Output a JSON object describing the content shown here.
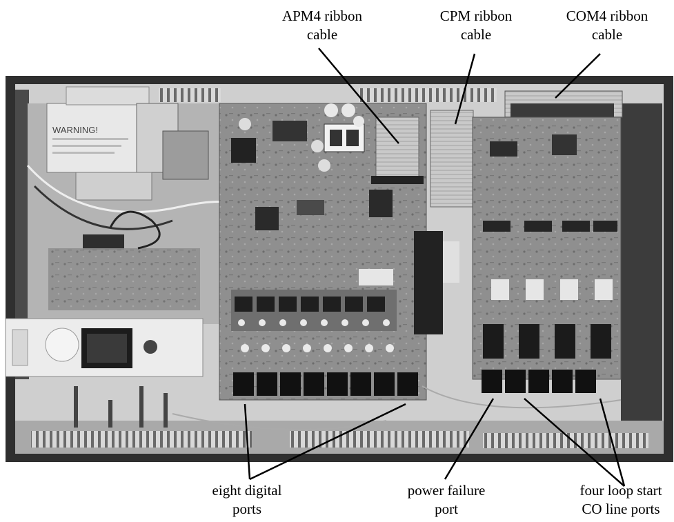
{
  "labels": {
    "apm4": [
      "APM4 ribbon",
      "cable"
    ],
    "cpm": [
      "CPM ribbon",
      "cable"
    ],
    "com4": [
      "COM4 ribbon",
      "cable"
    ],
    "digital": [
      "eight digital",
      "ports"
    ],
    "power_failure": [
      "power failure",
      "port"
    ],
    "loop_start": [
      "four loop start",
      "CO line ports"
    ]
  },
  "warning_sticker": "WARNING!",
  "colors": {
    "chassis_dark": "#3a3a3a",
    "board_gray": "#8c8c8c",
    "callout_line": "#000000"
  }
}
